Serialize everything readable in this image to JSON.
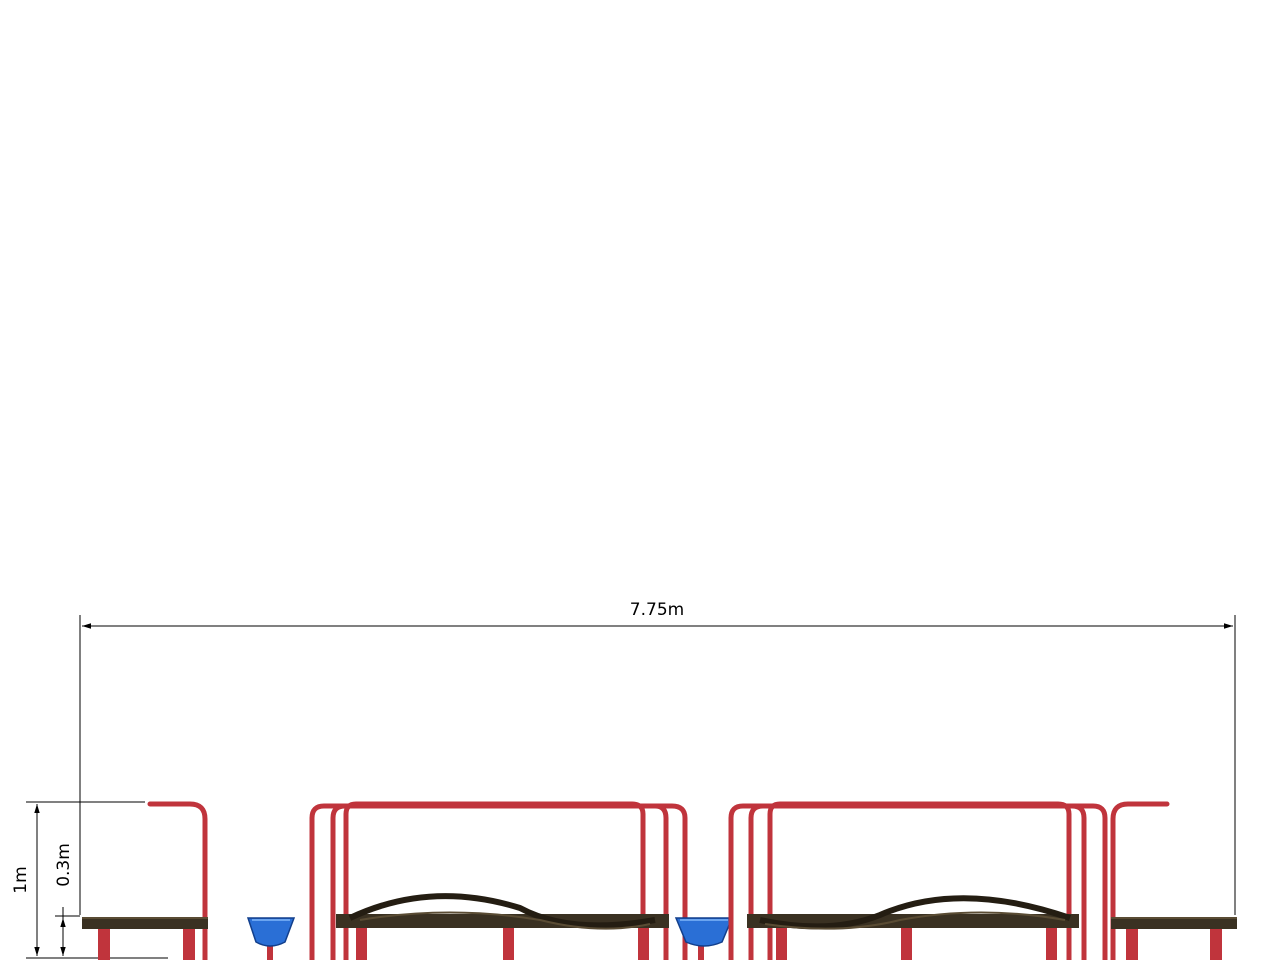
{
  "dimensions": {
    "overall_width": "7.75m",
    "overall_height": "1m",
    "deck_height": "0.3m"
  },
  "colors": {
    "frame_red": "#c0343c",
    "frame_red_dark": "#8e1f27",
    "deck_brown": "#3a3122",
    "deck_brown_dark": "#241d12",
    "stepping_blue": "#2a6fd6",
    "stepping_blue_dark": "#123f8c",
    "dimension_line": "#000000",
    "background": "#ffffff"
  },
  "components": [
    "left-platform",
    "left-stepping-stone",
    "left-bridge-module",
    "middle-stepping-stone",
    "right-bridge-module",
    "right-platform"
  ]
}
